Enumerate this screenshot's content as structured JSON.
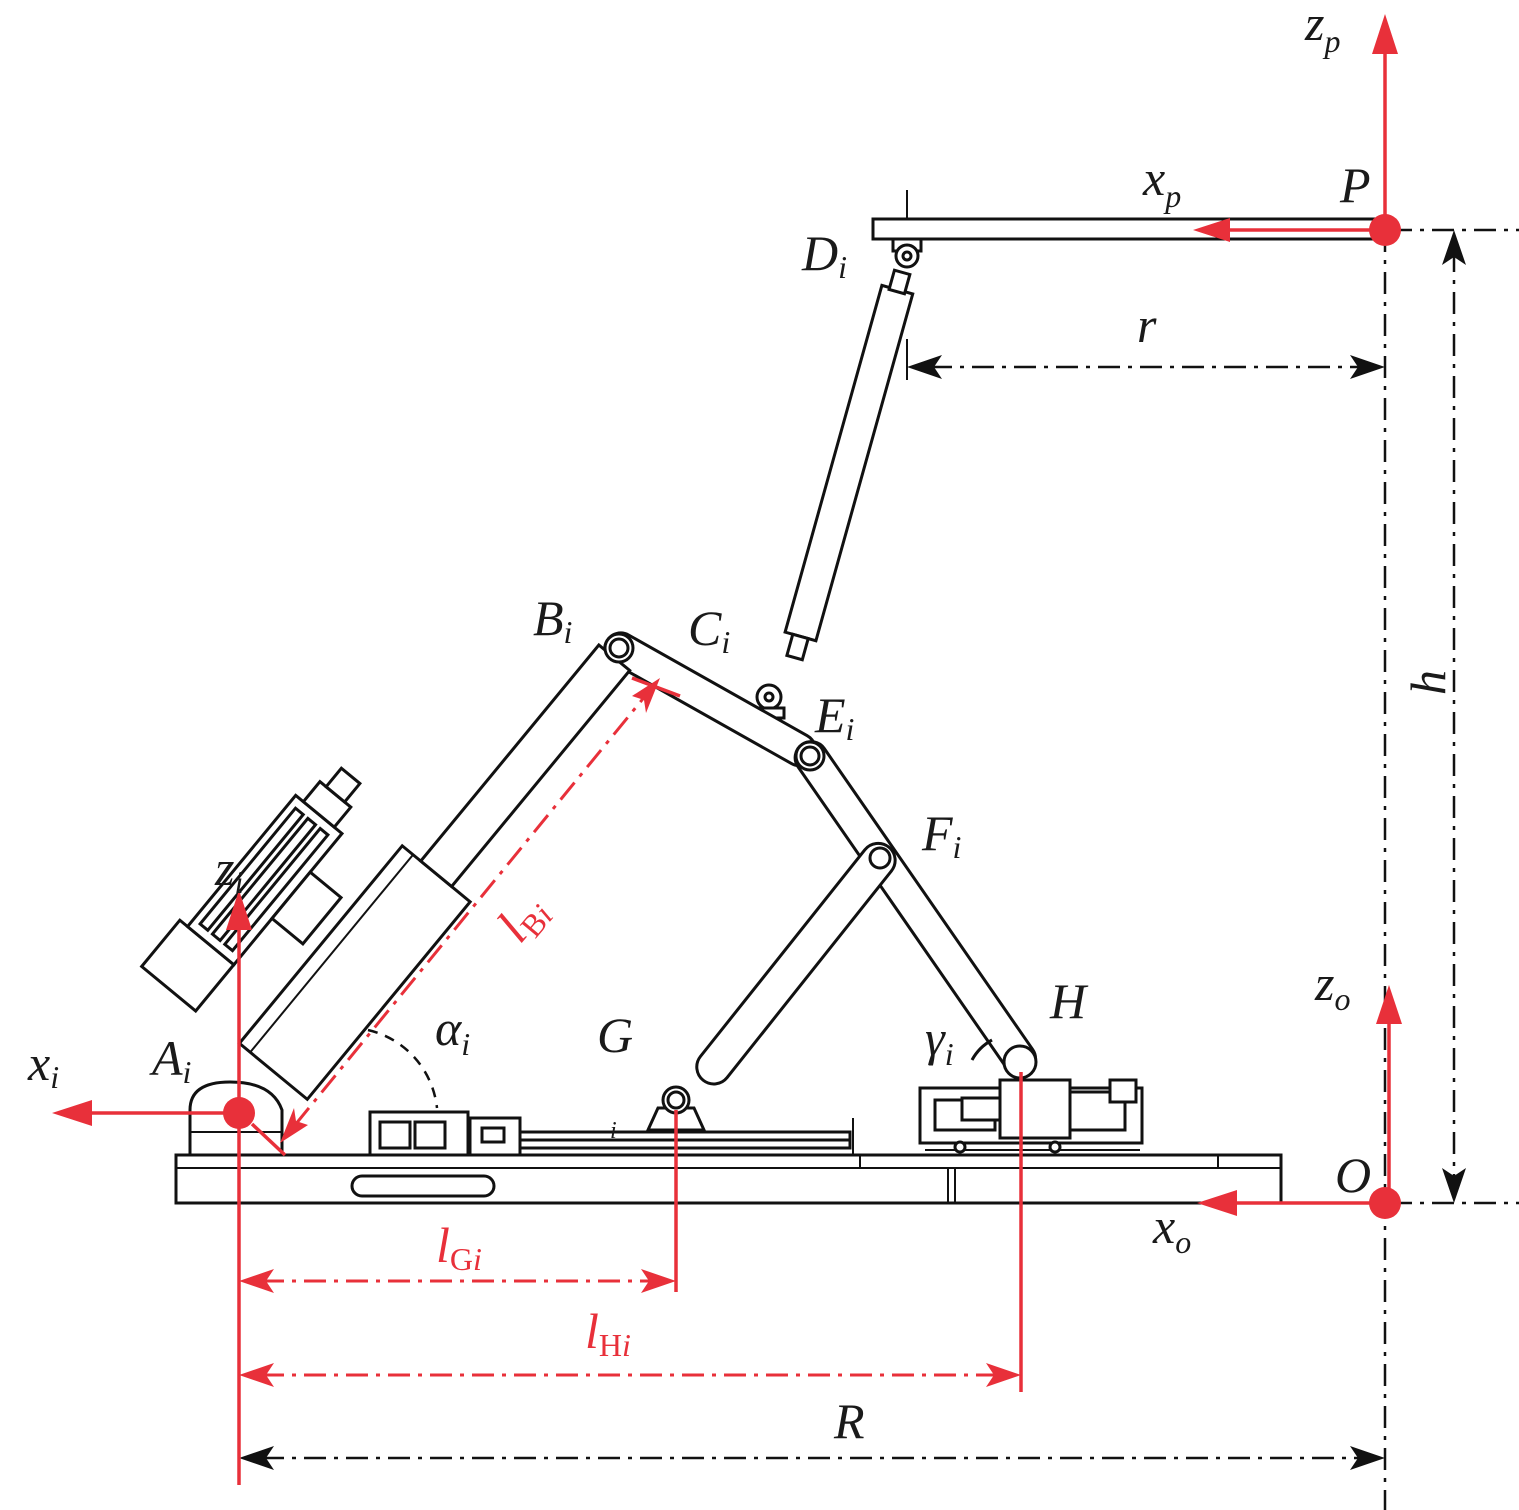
{
  "labels": {
    "zp": {
      "main": "z",
      "sub": "p"
    },
    "xp": {
      "main": "x",
      "sub": "p"
    },
    "P": "P",
    "Di": {
      "main": "D",
      "sub": "i"
    },
    "r": "r",
    "h": "h",
    "Bi": {
      "main": "B",
      "sub": "i"
    },
    "Ci": {
      "main": "C",
      "sub": "i"
    },
    "Ei": {
      "main": "E",
      "sub": "i"
    },
    "Fi": {
      "main": "F",
      "sub": "i"
    },
    "zi": {
      "main": "z",
      "sub": "i"
    },
    "xi": {
      "main": "x",
      "sub": "i"
    },
    "Ai": {
      "main": "A",
      "sub": "i"
    },
    "alpha": {
      "main": "α",
      "sub": "i"
    },
    "G": "G",
    "H": "H",
    "gamma": {
      "main": "γ",
      "sub": "i"
    },
    "zo": {
      "main": "z",
      "sub": "o"
    },
    "O": "O",
    "xo": {
      "main": "x",
      "sub": "o"
    },
    "R": "R",
    "slider_i": "i",
    "lBi": {
      "main": "l",
      "sub1": "B",
      "sub2": "i"
    },
    "lGi": {
      "main": "l",
      "sub1": "G",
      "sub2": "i"
    },
    "lHi": {
      "main": "l",
      "sub1": "H",
      "sub2": "i"
    }
  },
  "colors": {
    "accent": "#e8303a",
    "ink": "#111111"
  }
}
